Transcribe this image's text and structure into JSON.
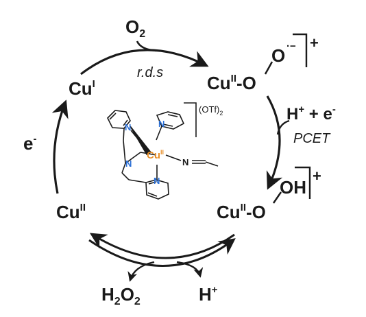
{
  "labels": {
    "o2": {
      "main": "O",
      "sub": "2"
    },
    "rds": "r.d.s",
    "cu1": {
      "main": "Cu",
      "sup": "I"
    },
    "superoxo": {
      "main": "Cu",
      "sup": "II",
      "tail": "-O",
      "o2": "O",
      "rad": "·−",
      "charge": "+"
    },
    "pcet_reagents": {
      "h": "H",
      "hsup": "+",
      "plus": " + e",
      "esup": "-"
    },
    "pcet": "PCET",
    "e_minus": {
      "main": "e",
      "sup": "-"
    },
    "cu2": {
      "main": "Cu",
      "sup": "II"
    },
    "hydroperoxo": {
      "main": "Cu",
      "sup": "II",
      "tail": "-O",
      "oh": "OH",
      "charge": "+"
    },
    "h2o2": {
      "h": "H",
      "s1": "2",
      "o": "O",
      "s2": "2"
    },
    "hplus": {
      "main": "H",
      "sup": "+"
    }
  },
  "complex": {
    "counterion": "(OTf)",
    "counterion_sub": "2",
    "metal": "Cu",
    "metal_sup": "II",
    "n": "N",
    "acetonitrile_n": "N",
    "metal_color": "#e8902a",
    "n_color": "#2a6fd6"
  }
}
